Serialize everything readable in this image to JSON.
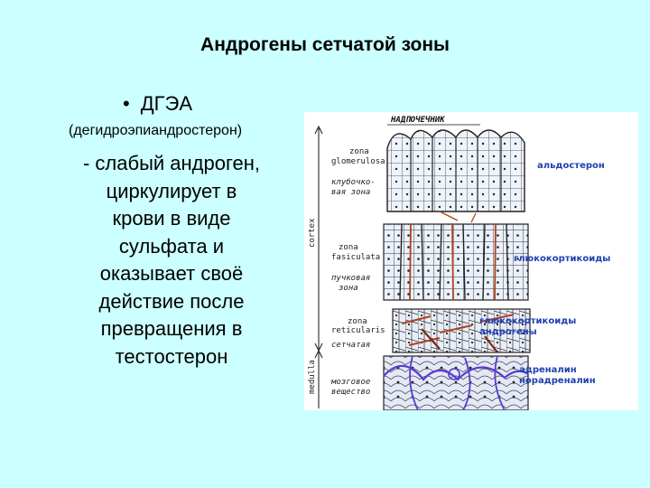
{
  "title": "Андрогены сетчатой зоны",
  "bullet": "ДГЭА",
  "abbr_full": "(дегидроэпиандростерон)",
  "description_lines": [
    "- слабый андроген,",
    "циркулирует в",
    "крови в виде",
    "сульфата и",
    "оказывает своё",
    "действие после",
    "превращения в",
    "тестостерон"
  ],
  "diagram": {
    "header": "НАДПОЧЕЧНИК",
    "cortex_label": "cortex",
    "medulla_label": "medulla",
    "zones": [
      {
        "latin": "zona glomerulosa",
        "latin_1": "zona",
        "latin_2": "glomerulosa",
        "russian_1": "клубочко-",
        "russian_2": "вая зона",
        "hormones": [
          "альдостерон"
        ]
      },
      {
        "latin": "zona fasiculata",
        "latin_1": "zona",
        "latin_2": "fasiculata",
        "russian_1": "пучковая",
        "russian_2": "зона",
        "hormones": [
          "глюкокортикоиды"
        ]
      },
      {
        "latin": "zona reticularis",
        "latin_1": "zona",
        "latin_2": "reticularis",
        "russian_1": "сетчатая",
        "russian_2": "",
        "hormones": [
          "глюкокортикоиды",
          "андрогены"
        ]
      },
      {
        "latin": "",
        "russian_1": "мозговое",
        "russian_2": "вещество",
        "hormones": [
          "адреналин",
          "норадреналин"
        ]
      }
    ]
  },
  "colors": {
    "background": "#ccffff",
    "hormone_label": "#1f3fb0",
    "vessel": "#b0401f",
    "medulla_line": "#5a3ad0"
  }
}
